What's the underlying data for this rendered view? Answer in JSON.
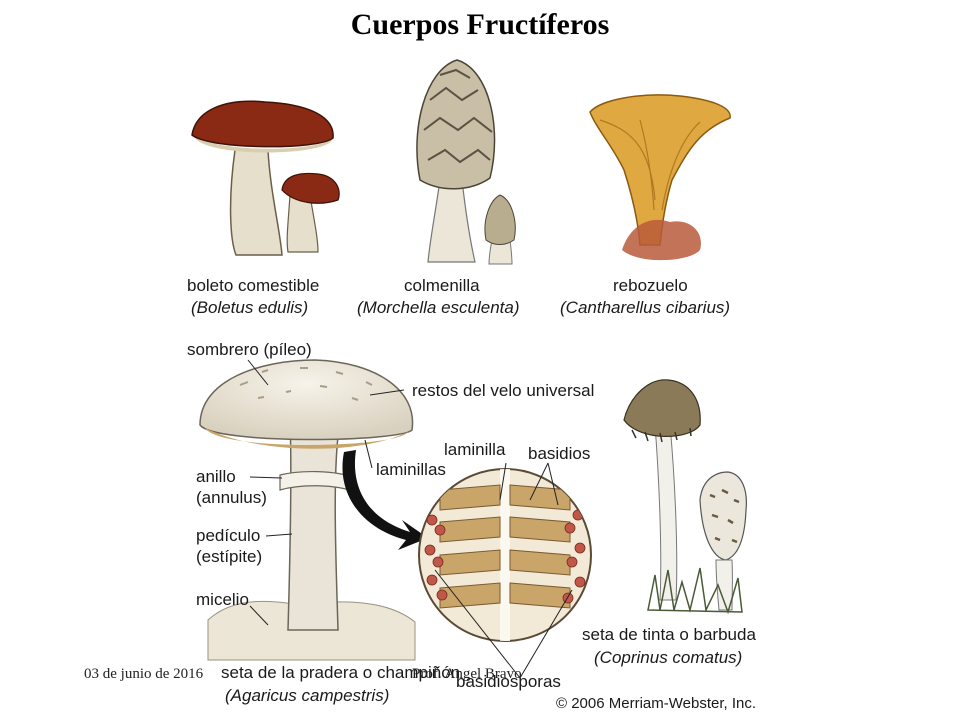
{
  "title": "Cuerpos Fructíferos",
  "specimens": [
    {
      "common": "boleto comestible",
      "latin": "(Boletus edulis)"
    },
    {
      "common": "colmenilla",
      "latin": "(Morchella esculenta)"
    },
    {
      "common": "rebozuelo",
      "latin": "(Cantharellus cibarius)"
    }
  ],
  "parts": {
    "cap": "sombrero (píleo)",
    "veil": "restos del velo universal",
    "gills": "laminillas",
    "ring": "anillo",
    "ring_latin": "(annulus)",
    "stalk": "pedículo",
    "stalk_latin": "(estípite)",
    "mycelium": "micelio",
    "gill": "laminilla",
    "basidia": "basidios",
    "spores": "basidiosporas"
  },
  "agaricus": {
    "common": "seta de la pradera o champiñón",
    "latin": "(Agaricus campestris)"
  },
  "coprinus": {
    "common": "seta de tinta o barbuda",
    "latin": "(Coprinus comatus)"
  },
  "copyright": "© 2006 Merriam-Webster, Inc.",
  "footer": {
    "date": "03 de junio de 2016",
    "author": "Prof. Angel Bravo"
  },
  "colors": {
    "boletus_cap": "#8a2a14",
    "stalk": "#e4dcc4",
    "chanterelle": "#e0a840",
    "gill_tan": "#c9a56a",
    "spore_red": "#c0584a"
  }
}
